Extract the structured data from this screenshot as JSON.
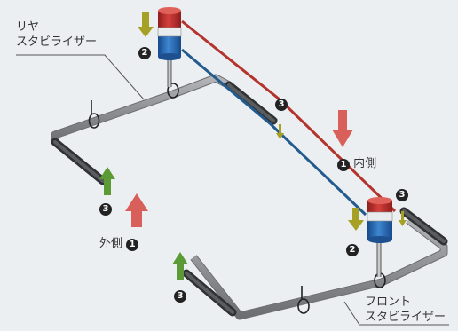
{
  "labels": {
    "rear_stabilizer": [
      "リヤ",
      "スタビライザー"
    ],
    "front_stabilizer": [
      "フロント",
      "スタビライザー"
    ],
    "inner_side": "内側",
    "outer_side": "外側"
  },
  "markers": {
    "one": "1",
    "two": "2",
    "three": "3"
  },
  "colors": {
    "background": "#eceff1",
    "bar": "#8d8f92",
    "bar_dark": "#3a3d40",
    "red_line": "#b3342c",
    "blue_line": "#245b8f",
    "arrow_red": "#d9605a",
    "arrow_green": "#5c9a35",
    "arrow_olive": "#a6a025",
    "cylinder_red": "#c0302e",
    "cylinder_blue": "#2769b3"
  }
}
